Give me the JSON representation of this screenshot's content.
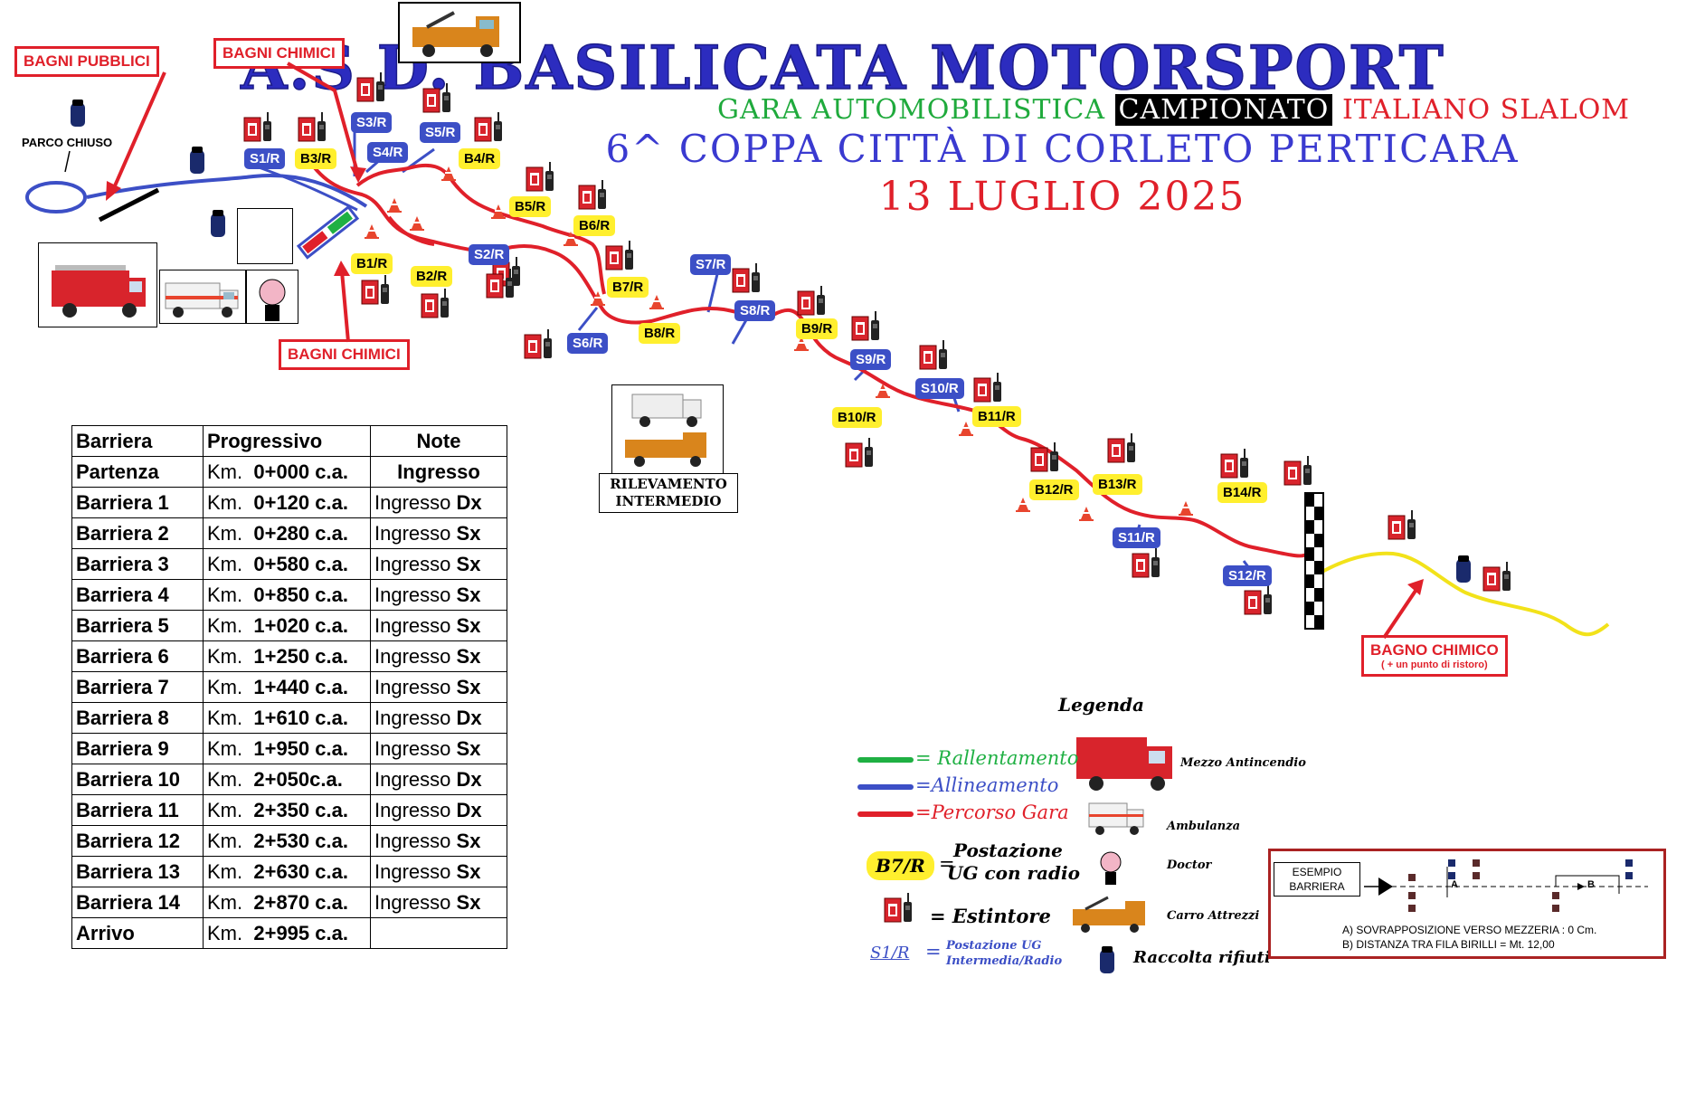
{
  "header": {
    "title": "A.S.D. BASILICATA MOTORSPORT",
    "subtitle_green": "GARA AUTOMOBILISTICA",
    "subtitle_black": "CAMPIONATO",
    "subtitle_red": "ITALIANO SLALOM",
    "event": "6^ COPPA CITTÀ DI CORLETO PERTICARA",
    "date": "13 LUGLIO 2025"
  },
  "map": {
    "callouts": {
      "bagni_pubblici": "BAGNI PUBBLICI",
      "bagni_chimici_top": "BAGNI CHIMICI",
      "bagni_chimici_bottom": "BAGNI CHIMICI",
      "bagno_chimico": "BAGNO CHIMICO",
      "bagno_chimico_note": "( + un punto di ristoro)"
    },
    "parco_chiuso": "PARCO CHIUSO",
    "rilevamento": "RILEVAMENTO INTERMEDIO",
    "barrier_tags": [
      "B1/R",
      "B2/R",
      "B3/R",
      "B4/R",
      "B5/R",
      "B6/R",
      "B7/R",
      "B8/R",
      "B9/R",
      "B10/R",
      "B11/R",
      "B12/R",
      "B13/R",
      "B14/R"
    ],
    "station_tags": [
      "S1/R",
      "S2/R",
      "S3/R",
      "S4/R",
      "S5/R",
      "S6/R",
      "S7/R",
      "S8/R",
      "S9/R",
      "S10/R",
      "S11/R",
      "S12/R"
    ]
  },
  "barrier_table": {
    "headers": [
      "Barriera",
      "Progressivo",
      "Note"
    ],
    "rows": [
      {
        "name": "Partenza",
        "km": "Km.",
        "prog": "0+000 c.a.",
        "note": "Ingresso",
        "dir": ""
      },
      {
        "name": "Barriera 1",
        "km": "Km.",
        "prog": "0+120 c.a.",
        "note": "Ingresso",
        "dir": "Dx"
      },
      {
        "name": "Barriera 2",
        "km": "Km.",
        "prog": "0+280 c.a.",
        "note": "Ingresso",
        "dir": "Sx"
      },
      {
        "name": "Barriera 3",
        "km": "Km.",
        "prog": "0+580 c.a.",
        "note": "Ingresso",
        "dir": "Sx"
      },
      {
        "name": "Barriera 4",
        "km": "Km.",
        "prog": "0+850 c.a.",
        "note": "Ingresso",
        "dir": "Sx"
      },
      {
        "name": "Barriera 5",
        "km": "Km.",
        "prog": "1+020 c.a.",
        "note": "Ingresso",
        "dir": "Sx"
      },
      {
        "name": "Barriera 6",
        "km": "Km.",
        "prog": "1+250 c.a.",
        "note": "Ingresso",
        "dir": "Sx"
      },
      {
        "name": "Barriera 7",
        "km": "Km.",
        "prog": "1+440 c.a.",
        "note": "Ingresso",
        "dir": "Sx"
      },
      {
        "name": "Barriera 8",
        "km": "Km.",
        "prog": "1+610 c.a.",
        "note": "Ingresso",
        "dir": "Dx"
      },
      {
        "name": "Barriera 9",
        "km": "Km.",
        "prog": "1+950 c.a.",
        "note": "Ingresso",
        "dir": "Sx"
      },
      {
        "name": "Barriera 10",
        "km": "Km.",
        "prog": "2+050c.a.",
        "note": "Ingresso",
        "dir": "Dx"
      },
      {
        "name": "Barriera 11",
        "km": "Km.",
        "prog": "2+350 c.a.",
        "note": "Ingresso",
        "dir": "Dx"
      },
      {
        "name": "Barriera 12",
        "km": "Km.",
        "prog": "2+530 c.a.",
        "note": "Ingresso",
        "dir": "Sx"
      },
      {
        "name": "Barriera 13",
        "km": "Km.",
        "prog": "2+630 c.a.",
        "note": "Ingresso",
        "dir": "Sx"
      },
      {
        "name": "Barriera 14",
        "km": "Km.",
        "prog": "2+870 c.a.",
        "note": "Ingresso",
        "dir": "Sx"
      },
      {
        "name": "Arrivo",
        "km": "Km.",
        "prog": "2+995 c.a.",
        "note": "",
        "dir": ""
      }
    ]
  },
  "legend": {
    "title": "Legenda",
    "rallentamento": "= Rallentamento",
    "allineamento": "=Allineamento",
    "percorso": "=Percorso Gara",
    "postazione_tag": "B7/R",
    "postazione_eq": "=",
    "postazione_line1": "Postazione",
    "postazione_line2": "UG con radio",
    "estintore": "= Estintore",
    "s1_tag": "S1/R",
    "s1_eq": "=",
    "s1_line1": "Postazione UG",
    "s1_line2": "Intermedia/Radio",
    "antincendio": "Mezzo Antincendio",
    "ambulanza": "Ambulanza",
    "doctor": "Doctor",
    "carro": "Carro Attrezzi",
    "rifiuti": "Raccolta rifiuti",
    "colors": {
      "green": "#1fb043",
      "blue": "#3c4fc6",
      "red": "#e0202a"
    }
  },
  "example": {
    "label_line1": "ESEMPIO",
    "label_line2": "BARRIERA",
    "a": "A",
    "b": "B",
    "note_a": "A) SOVRAPPOSIZIONE VERSO MEZZERIA : 0 Cm.",
    "note_b": "B) DISTANZA TRA FILA BIRILLI = Mt. 12,00"
  }
}
